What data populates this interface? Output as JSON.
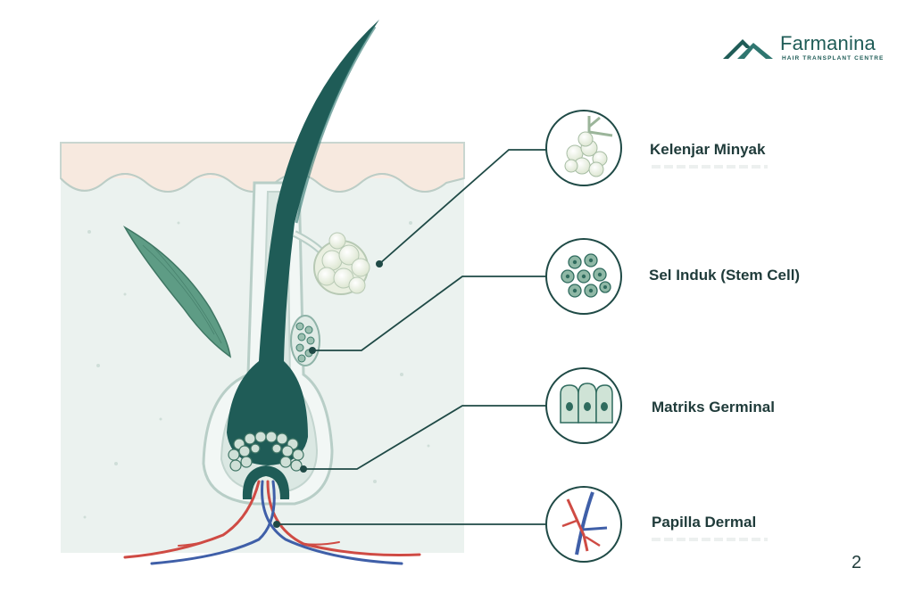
{
  "brand": {
    "name": "Farmanina",
    "tagline": "HAIR TRANSPLANT CENTRE"
  },
  "labels": [
    {
      "text": "Kelenjar Minyak",
      "icon": "sebaceous-gland-icon"
    },
    {
      "text": "Sel Induk (Stem Cell)",
      "icon": "stem-cell-icon"
    },
    {
      "text": "Matriks Germinal",
      "icon": "germinal-matrix-icon"
    },
    {
      "text": "Papilla Dermal",
      "icon": "dermal-papilla-icon"
    }
  ],
  "page_number": "2",
  "colors": {
    "follicle": "#1f5c57",
    "tissue": "#dfeae6",
    "outline": "#b9cfc8",
    "gland": "#eef2e6",
    "artery": "#cf4b44",
    "vein": "#3f5fa8"
  }
}
